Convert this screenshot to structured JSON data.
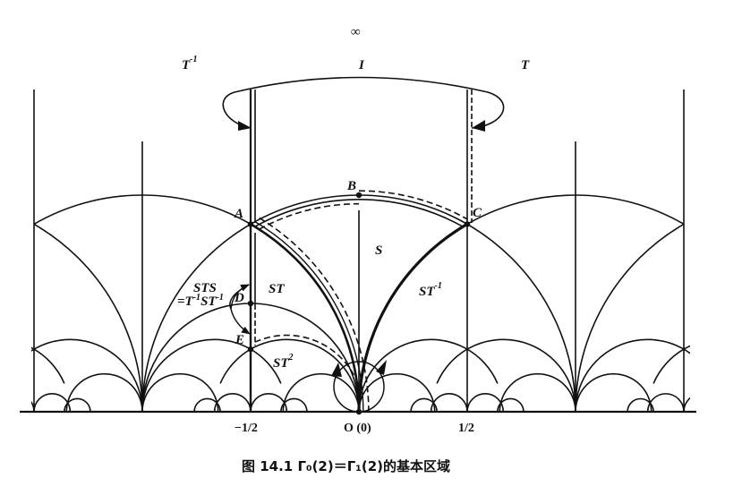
{
  "figure": {
    "infinity": "∞",
    "top_labels": {
      "t_inverse": "T",
      "t_inverse_exp": "-1",
      "identity": "I",
      "t": "T"
    },
    "points": {
      "a": "A",
      "b": "B",
      "c": "C",
      "d": "D",
      "e": "E"
    },
    "regions": {
      "s": "S",
      "st": "ST",
      "st_inverse": "ST",
      "st_inverse_exp": "-1",
      "st2": "ST",
      "st2_exp": "2",
      "sts": "STS",
      "sts_eq_prefix": "=T",
      "sts_eq_exp1": "-1",
      "sts_eq_mid": "ST",
      "sts_eq_exp2": "-1"
    },
    "ticks": {
      "minus_half": "−1/2",
      "origin": "O (0)",
      "half": "1/2"
    },
    "caption": "图 14.1   Γ₀(2)＝Γ₁(2)的基本区域"
  },
  "colors": {
    "ink": "#111111",
    "background": "#ffffff"
  }
}
